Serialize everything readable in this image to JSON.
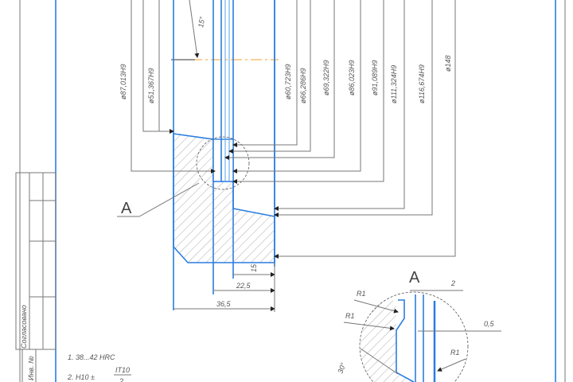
{
  "drawing": {
    "diameters": [
      "ø87,013H9",
      "ø51,367H9",
      "ø60,723H9",
      "ø66,286H9",
      "ø69,322H9",
      "ø86,023H9",
      "ø91,089H9",
      "ø111,324H9",
      "ø116,674H9",
      "ø148"
    ],
    "angle_top": "15°",
    "section_mark": "A",
    "linear_dims": [
      "15",
      "22,5",
      "36,5"
    ],
    "detail": {
      "title": "A",
      "dim_width": "2",
      "dim_gap": "0,5",
      "radii": [
        "R1",
        "R1",
        "R1"
      ],
      "angle": "30°"
    },
    "notes": [
      "1. 38...42 HRC",
      "2. H10 ±",
      "IT10",
      "2"
    ],
    "title_block": {
      "agreed": "Согласовано",
      "inv_no": "Инв. №"
    }
  },
  "colors": {
    "part": "#2a7de1",
    "axis": "#f0a030",
    "lines": "#777777"
  }
}
